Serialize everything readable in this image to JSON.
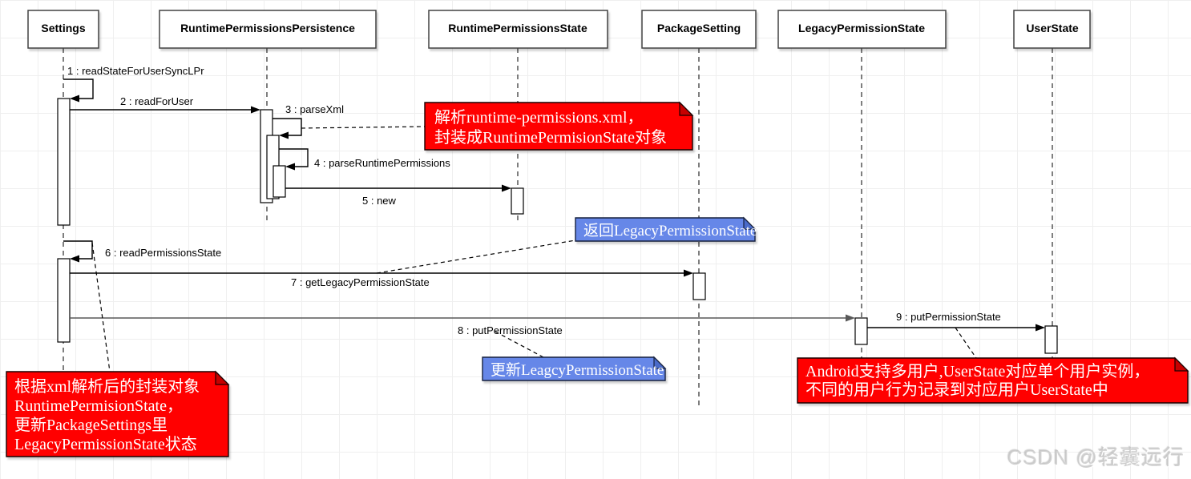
{
  "diagram_type": "uml-sequence-diagram",
  "participants": [
    {
      "label": "Settings"
    },
    {
      "label": "RuntimePermissionsPersistence"
    },
    {
      "label": "RuntimePermissionsState"
    },
    {
      "label": "PackageSetting"
    },
    {
      "label": "LegacyPermissionState"
    },
    {
      "label": "UserState"
    }
  ],
  "messages": [
    {
      "label": "1 : readStateForUserSyncLPr",
      "from": "Settings",
      "to": "Settings",
      "kind": "self"
    },
    {
      "label": "2 : readForUser",
      "from": "Settings",
      "to": "RuntimePermissionsPersistence",
      "kind": "call"
    },
    {
      "label": "3 : parseXml",
      "from": "RuntimePermissionsPersistence",
      "to": "RuntimePermissionsPersistence",
      "kind": "self"
    },
    {
      "label": "4 : parseRuntimePermissions",
      "from": "RuntimePermissionsPersistence",
      "to": "RuntimePermissionsPersistence",
      "kind": "self"
    },
    {
      "label": "5 : new",
      "from": "RuntimePermissionsPersistence",
      "to": "RuntimePermissionsState",
      "kind": "call"
    },
    {
      "label": "6 : readPermissionsState",
      "from": "Settings",
      "to": "Settings",
      "kind": "self"
    },
    {
      "label": "7 : getLegacyPermissionState",
      "from": "Settings",
      "to": "PackageSetting",
      "kind": "call"
    },
    {
      "label": "8 : putPermissionState",
      "from": "Settings",
      "to": "LegacyPermissionState",
      "kind": "call"
    },
    {
      "label": "9 : putPermissionState",
      "from": "LegacyPermissionState",
      "to": "UserState",
      "kind": "call"
    }
  ],
  "notes": [
    {
      "color": "#ff0000",
      "lines": [
        "解析runtime-permissions.xml，",
        "封装成RuntimePermisionState对象"
      ]
    },
    {
      "color": "#6687e8",
      "lines": [
        "返回LegacyPermissionState"
      ]
    },
    {
      "color": "#6687e8",
      "lines": [
        "更新LeagcyPermissionState"
      ]
    },
    {
      "color": "#ff0000",
      "lines": [
        "Android支持多用户,UserState对应单个用户实例，",
        "不同的用户行为记录到对应用户UserState中"
      ]
    },
    {
      "color": "#ff0000",
      "lines": [
        "根据xml解析后的封装对象",
        "RuntimePermisionState，",
        "更新PackageSettings里",
        "LegacyPermissionState状态"
      ]
    }
  ],
  "colors": {
    "note_red": "#ff0000",
    "note_blue": "#6687e8",
    "line_black": "#000000",
    "line_gray": "#595959",
    "grid": "#efefef"
  },
  "watermark": "CSDN @轻囊远行"
}
